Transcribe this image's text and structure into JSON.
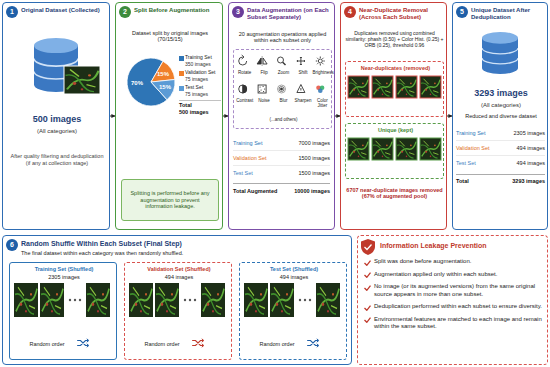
{
  "diagram": {
    "nodes": [
      {
        "text": [
          "Original Dataset (Collected)",
          "500 images",
          "(All categories)",
          "After quality filtering and deduplication (if any at collection stage)"
        ]
      },
      {
        "text": [
          "1"
        ],
        "in": 0
      },
      {
        "text": [
          "Split Before Augmentation",
          "Dataset split by original images (70/15/15)"
        ]
      },
      {
        "text": [
          "2"
        ],
        "in": 2
      },
      {
        "text": [
          "Splitting is performed before any augmentation to prevent information leakage."
        ],
        "in": 2
      },
      {
        "text": [
          "Data Augmentation (on Each Subset Separately)",
          "20 augmentation operations applied within each subset only"
        ]
      },
      {
        "text": [
          "3"
        ],
        "in": 5
      },
      {
        "text": [
          "Rotate",
          "Flip",
          "Zoom",
          "Shift",
          "Brightness",
          "Contrast",
          "Noise",
          "Blur",
          "Sharpen",
          "Color Jitter",
          "(...and others)"
        ],
        "in": 5
      },
      {
        "text": [
          "Near-Duplicate Removal (Across Each Subset)",
          "Duplicates removed using combined similarity: phash (0.50) + Color Hist. (0.25) + ORB (0.25), threshold 0.96",
          "6707 near-duplicate images removed (67% of augmented pool)"
        ]
      },
      {
        "text": [
          "4"
        ],
        "in": 8
      },
      {
        "text": [
          "Near-duplicates (removed)"
        ],
        "in": 8
      },
      {
        "text": [
          "Unique (kept)"
        ],
        "in": 8
      },
      {
        "text": [
          "Unique Dataset After Deduplication",
          "3293 images",
          "(All categories)",
          "Reduced and diverse dataset"
        ]
      },
      {
        "text": [
          "5"
        ],
        "in": 12
      },
      {
        "text": [
          "Random Shuffle Within Each Subset (Final Step)",
          "The final dataset within each category was then randomly shuffled."
        ]
      },
      {
        "text": [
          "6"
        ],
        "in": 14
      },
      {
        "text": [
          "Training Set (Shuffled)",
          "2305 images",
          "Random order"
        ],
        "in": 14
      },
      {
        "text": [
          "Validation Set (Shuffled)",
          "494 images",
          "Random order"
        ],
        "in": 14
      },
      {
        "text": [
          "Test Set (Shuffled)",
          "494 images",
          "Random order"
        ],
        "in": 14
      },
      {
        "text": [
          "Information Leakage Prevention",
          "Split was done before augmentation.",
          "Augmentation applied only within each subset.",
          "No image (or its augmented versions) from the same original source appears in more than one subset.",
          "Deduplication performed within each subset to ensure diversity.",
          "Environmental features are matched to each image and remain within the same subset."
        ]
      }
    ],
    "edges": [
      {
        "from": 0,
        "to": 2,
        "arrow": "to"
      },
      {
        "from": 2,
        "to": 5,
        "arrow": "to"
      },
      {
        "from": 5,
        "to": 8,
        "arrow": "to"
      },
      {
        "from": 8,
        "to": 12,
        "arrow": "to"
      }
    ],
    "labels": [
      "70%",
      "15%",
      "15%",
      "350 images",
      "75 images",
      "75 images",
      "Total",
      "500 images",
      "Training Set",
      "7000 images",
      "Validation Set",
      "1500 images",
      "Test Set",
      "1500 images",
      "Total Augmented",
      "10000 images",
      "Training Set",
      "2305 images",
      "Validation Set",
      "494 images",
      "Test Set",
      "494 images",
      "Total",
      "3293 images"
    ],
    "legend": [
      {
        "text": "Training Set",
        "color": "#2e75b6"
      },
      {
        "text": "Validation Set",
        "color": "#f07f2a"
      },
      {
        "text": "Test Set",
        "color": "#5b9bd5"
      }
    ]
  }
}
